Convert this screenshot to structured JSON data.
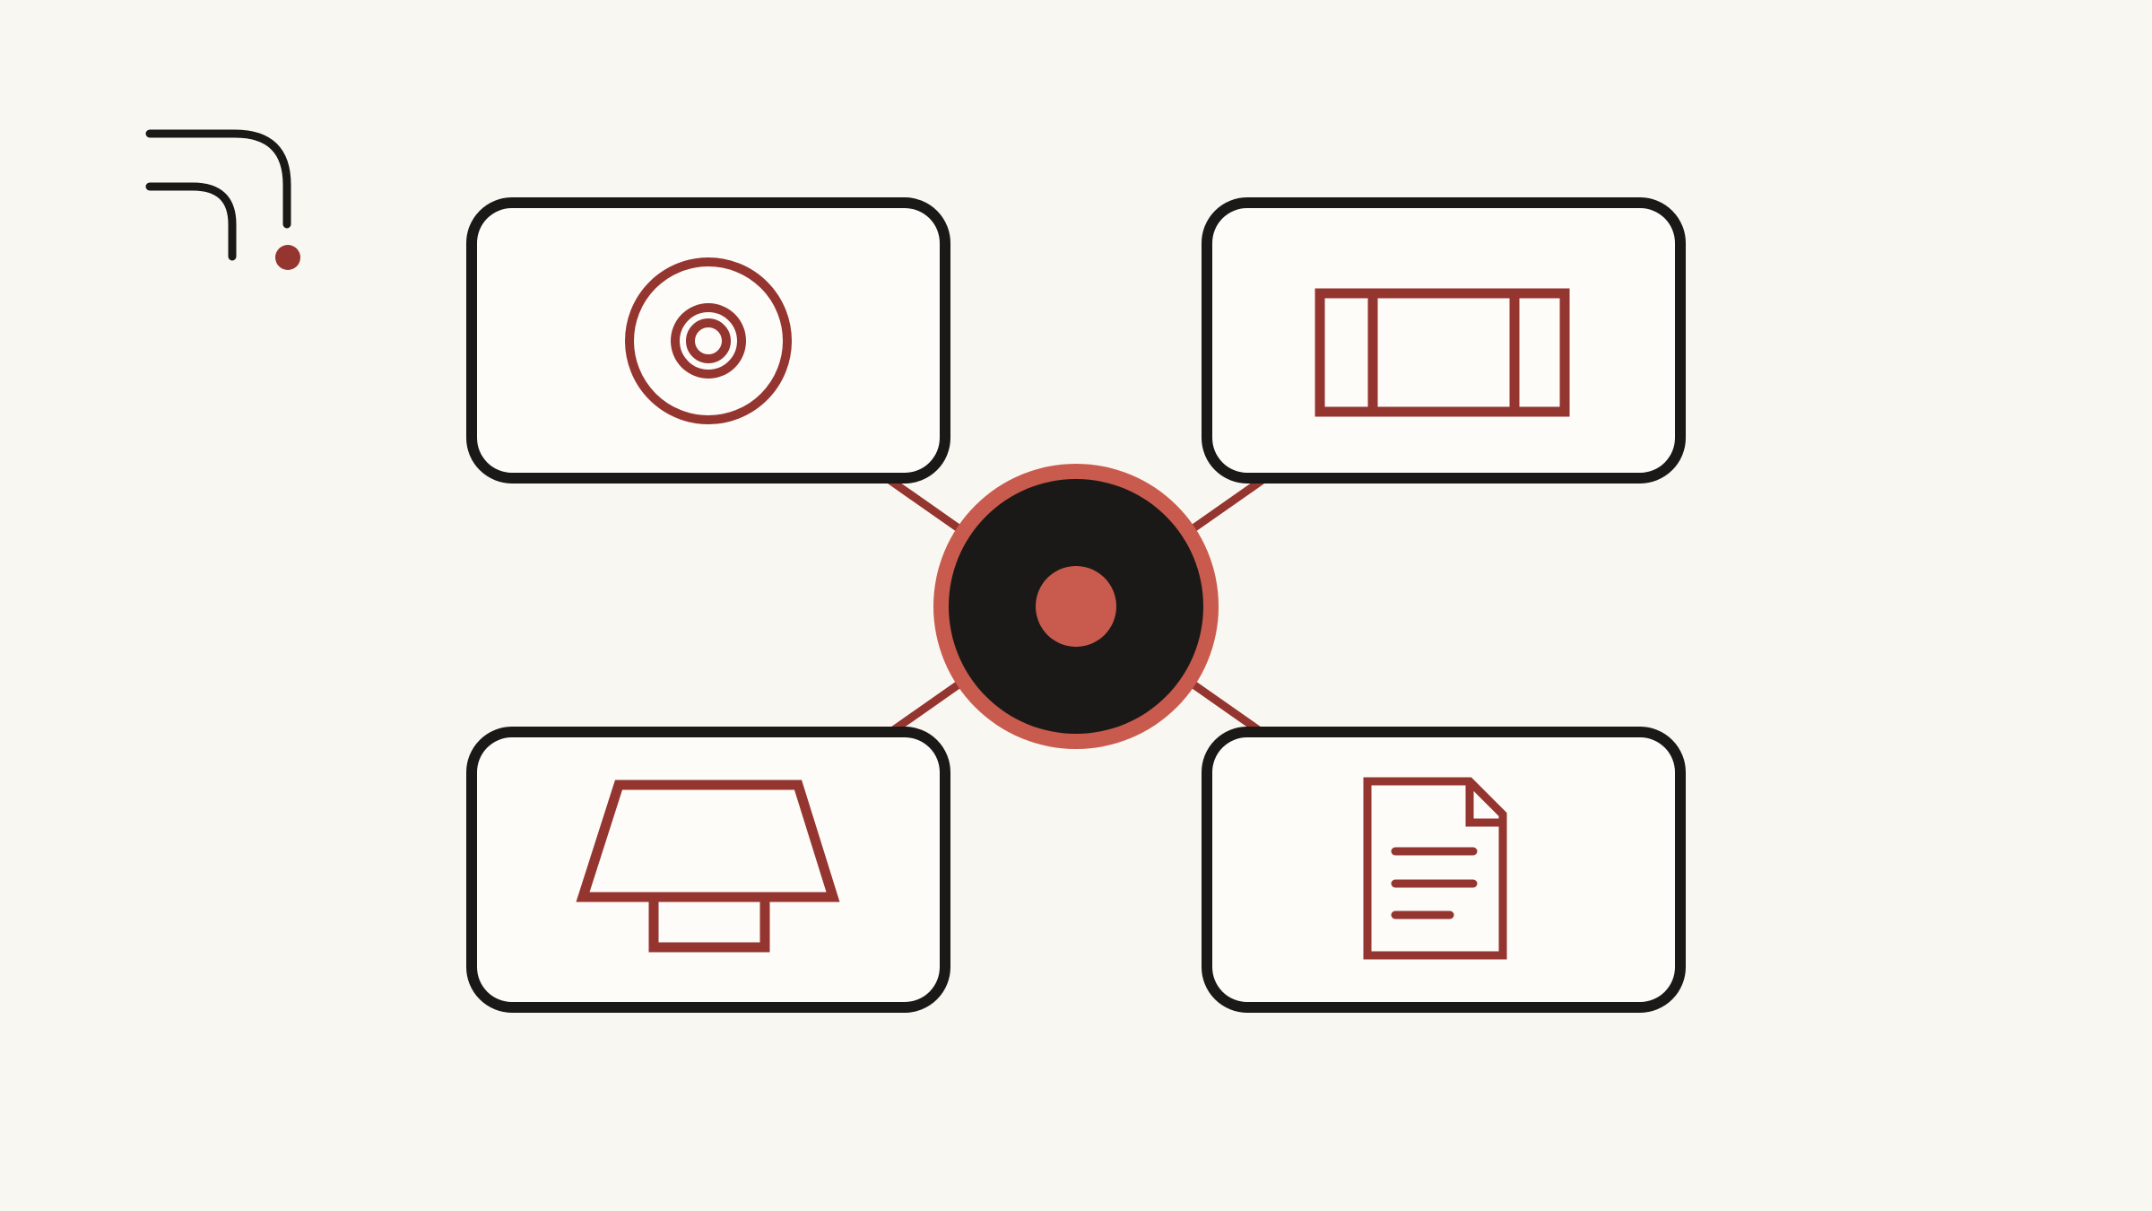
{
  "colors": {
    "background": "#f9f7f1",
    "card_fill": "#fdfcf8",
    "outline": "#1a1917",
    "accent": "#953530",
    "hub_ring": "#c95b4e",
    "hub_fill": "#1a1917",
    "hub_dot": "#c95b4e"
  },
  "logo": {
    "icon": "broadcast-corner-logo"
  },
  "hub": {
    "icon": "hub-core-dot-icon"
  },
  "nodes": [
    {
      "id": "top-left",
      "icon": "target-icon"
    },
    {
      "id": "top-right",
      "icon": "columns-layout-icon"
    },
    {
      "id": "bottom-left",
      "icon": "lamp-shade-icon"
    },
    {
      "id": "bottom-right",
      "icon": "document-icon"
    }
  ]
}
